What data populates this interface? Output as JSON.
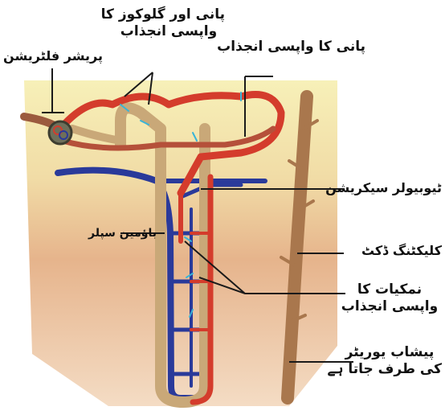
{
  "labels": {
    "pressure_filtration": "پریشر فلٹریشن",
    "water_glucose_reabsorption_line1": "پانی اور گلوکوز کا",
    "water_glucose_reabsorption_line2": "واپسی انجذاب",
    "water_reabsorption": "پانی کا واپسی انجذاب",
    "tubular_secretion": "ٹیوبیولر سیکریشن",
    "bowman_capsule": "باؤمین سپلر",
    "collecting_duct": "کلیکٹنگ ڈکٹ",
    "salts_reabsorption_line1": "نمکیات کا",
    "salts_reabsorption_line2": "واپسی انجذاب",
    "urine_line1": "پیشاب یوریٹر",
    "urine_line2": "کی طرف جاتا ہے"
  },
  "colors": {
    "artery_red": "#d43c2c",
    "vein_blue": "#2a3a9a",
    "tubule_tan": "#c9a878",
    "duct_brown": "#a9774d",
    "zone_cortex": "#f6eeb0",
    "zone_medulla": "#e8b48c"
  }
}
